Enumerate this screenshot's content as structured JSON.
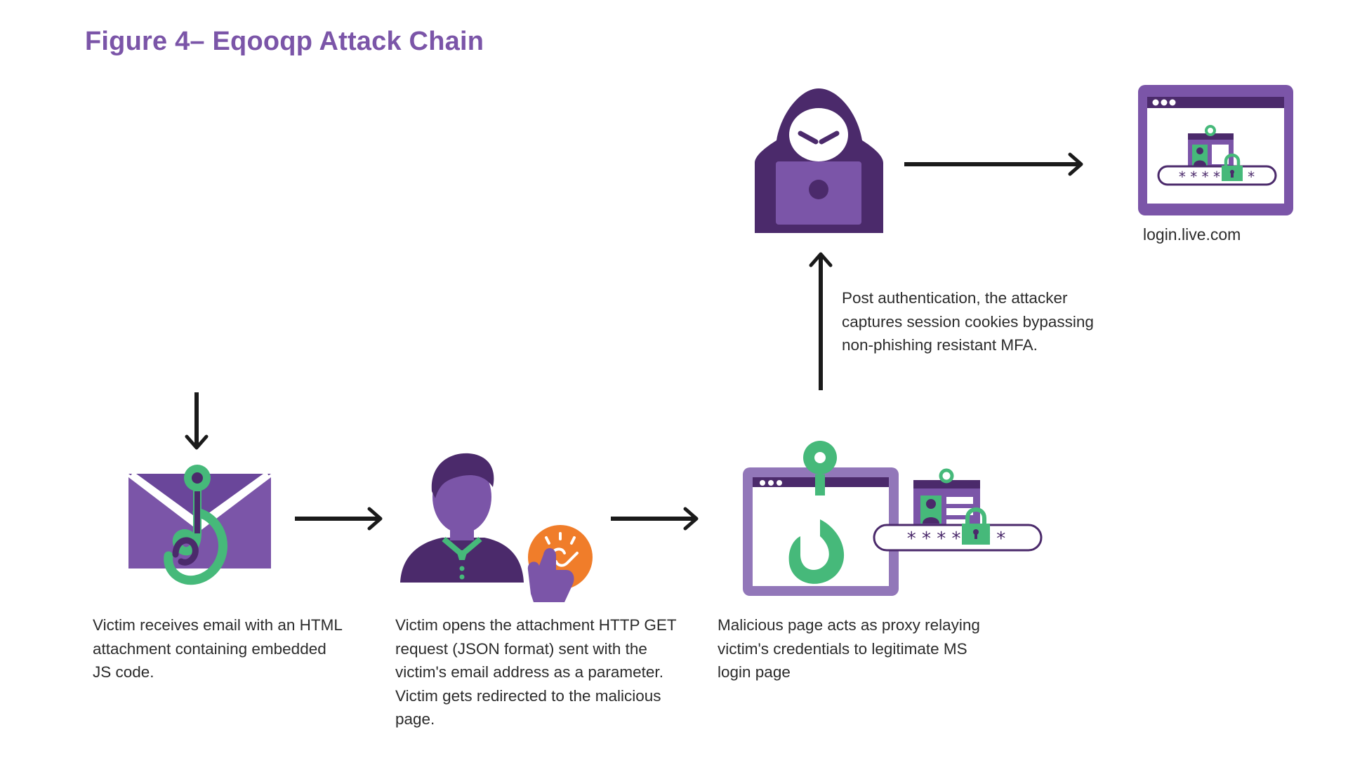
{
  "title": "Figure 4– Eqooqp Attack Chain",
  "steps": [
    {
      "text": "Victim receives email with an HTML attachment containing embedded JS code.",
      "icon": "phishing-email-icon"
    },
    {
      "text": "Victim opens the attachment HTTP GET request (JSON format) sent with the victim's email address as a parameter. Victim gets redirected to the malicious page.",
      "icon": "victim-click-icon"
    },
    {
      "text": "Malicious page acts as proxy relaying victim's credentials to legitimate MS login page",
      "icon": "malicious-proxy-page-icon"
    },
    {
      "text": "Post authentication, the attacker captures session cookies bypassing non-phishing resistant MFA.",
      "icon": "attacker-icon"
    }
  ],
  "target": {
    "label": "login.live.com",
    "icon": "legit-login-page-icon"
  },
  "password_mask": "* * * * * * *",
  "colors": {
    "purple_dark": "#4b2a6b",
    "purple_mid": "#7b55a8",
    "purple_light": "#9277b9",
    "green": "#46b97a",
    "orange": "#f07d2a",
    "arrow": "#1a1a1a"
  }
}
